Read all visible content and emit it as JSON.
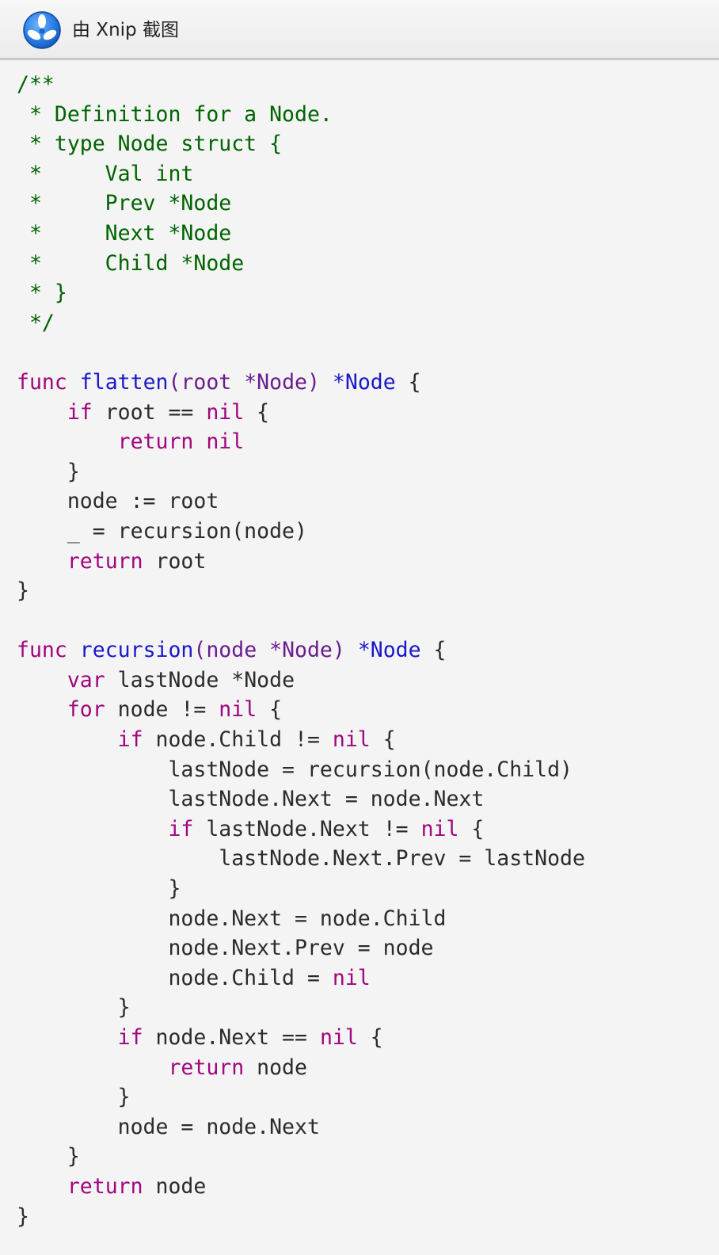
{
  "window": {
    "title": "由 Xnip 截图",
    "icon": "xnip-app-icon",
    "colors": {
      "comment": "#006400",
      "keyword": "#a0067e",
      "function_name": "#1a18c8",
      "plain": "#2b2b2b",
      "background": "#f4f4f4"
    }
  },
  "code": {
    "language": "go",
    "lines": [
      [
        {
          "t": "/**",
          "k": "comment"
        }
      ],
      [
        {
          "t": " * Definition for a Node.",
          "k": "comment"
        }
      ],
      [
        {
          "t": " * type Node struct {",
          "k": "comment"
        }
      ],
      [
        {
          "t": " *     Val int",
          "k": "comment"
        }
      ],
      [
        {
          "t": " *     Prev *Node",
          "k": "comment"
        }
      ],
      [
        {
          "t": " *     Next *Node",
          "k": "comment"
        }
      ],
      [
        {
          "t": " *     Child *Node",
          "k": "comment"
        }
      ],
      [
        {
          "t": " * }",
          "k": "comment"
        }
      ],
      [
        {
          "t": " */",
          "k": "comment"
        }
      ],
      [],
      [
        {
          "t": "func",
          "k": "keyword"
        },
        {
          "t": " ",
          "k": "plain"
        },
        {
          "t": "flatten",
          "k": "funcname"
        },
        {
          "t": "(root *Node) ",
          "k": "param"
        },
        {
          "t": "*Node",
          "k": "type"
        },
        {
          "t": " {",
          "k": "plain"
        }
      ],
      [
        {
          "t": "    ",
          "k": "plain"
        },
        {
          "t": "if",
          "k": "keyword"
        },
        {
          "t": " root == ",
          "k": "plain"
        },
        {
          "t": "nil",
          "k": "builtin"
        },
        {
          "t": " {",
          "k": "plain"
        }
      ],
      [
        {
          "t": "        ",
          "k": "plain"
        },
        {
          "t": "return",
          "k": "keyword"
        },
        {
          "t": " ",
          "k": "plain"
        },
        {
          "t": "nil",
          "k": "builtin"
        }
      ],
      [
        {
          "t": "    }",
          "k": "plain"
        }
      ],
      [
        {
          "t": "    node := root",
          "k": "plain"
        }
      ],
      [
        {
          "t": "    _ = recursion(node)",
          "k": "plain"
        }
      ],
      [
        {
          "t": "    ",
          "k": "plain"
        },
        {
          "t": "return",
          "k": "keyword"
        },
        {
          "t": " root",
          "k": "plain"
        }
      ],
      [
        {
          "t": "}",
          "k": "plain"
        }
      ],
      [],
      [
        {
          "t": "func",
          "k": "keyword"
        },
        {
          "t": " ",
          "k": "plain"
        },
        {
          "t": "recursion",
          "k": "funcname"
        },
        {
          "t": "(node *Node) ",
          "k": "param"
        },
        {
          "t": "*Node",
          "k": "type"
        },
        {
          "t": " {",
          "k": "plain"
        }
      ],
      [
        {
          "t": "    ",
          "k": "plain"
        },
        {
          "t": "var",
          "k": "keyword"
        },
        {
          "t": " lastNode *Node",
          "k": "plain"
        }
      ],
      [
        {
          "t": "    ",
          "k": "plain"
        },
        {
          "t": "for",
          "k": "keyword"
        },
        {
          "t": " node != ",
          "k": "plain"
        },
        {
          "t": "nil",
          "k": "builtin"
        },
        {
          "t": " {",
          "k": "plain"
        }
      ],
      [
        {
          "t": "        ",
          "k": "plain"
        },
        {
          "t": "if",
          "k": "keyword"
        },
        {
          "t": " node.Child != ",
          "k": "plain"
        },
        {
          "t": "nil",
          "k": "builtin"
        },
        {
          "t": " {",
          "k": "plain"
        }
      ],
      [
        {
          "t": "            lastNode = recursion(node.Child)",
          "k": "plain"
        }
      ],
      [
        {
          "t": "            lastNode.Next = node.Next",
          "k": "plain"
        }
      ],
      [
        {
          "t": "            ",
          "k": "plain"
        },
        {
          "t": "if",
          "k": "keyword"
        },
        {
          "t": " lastNode.Next != ",
          "k": "plain"
        },
        {
          "t": "nil",
          "k": "builtin"
        },
        {
          "t": " {",
          "k": "plain"
        }
      ],
      [
        {
          "t": "                lastNode.Next.Prev = lastNode",
          "k": "plain"
        }
      ],
      [
        {
          "t": "            }",
          "k": "plain"
        }
      ],
      [
        {
          "t": "            node.Next = node.Child",
          "k": "plain"
        }
      ],
      [
        {
          "t": "            node.Next.Prev = node",
          "k": "plain"
        }
      ],
      [
        {
          "t": "            node.Child = ",
          "k": "plain"
        },
        {
          "t": "nil",
          "k": "builtin"
        }
      ],
      [
        {
          "t": "        }",
          "k": "plain"
        }
      ],
      [
        {
          "t": "        ",
          "k": "plain"
        },
        {
          "t": "if",
          "k": "keyword"
        },
        {
          "t": " node.Next == ",
          "k": "plain"
        },
        {
          "t": "nil",
          "k": "builtin"
        },
        {
          "t": " {",
          "k": "plain"
        }
      ],
      [
        {
          "t": "            ",
          "k": "plain"
        },
        {
          "t": "return",
          "k": "keyword"
        },
        {
          "t": " node",
          "k": "plain"
        }
      ],
      [
        {
          "t": "        }",
          "k": "plain"
        }
      ],
      [
        {
          "t": "        node = node.Next",
          "k": "plain"
        }
      ],
      [
        {
          "t": "    }",
          "k": "plain"
        }
      ],
      [
        {
          "t": "    ",
          "k": "plain"
        },
        {
          "t": "return",
          "k": "keyword"
        },
        {
          "t": " node",
          "k": "plain"
        }
      ],
      [
        {
          "t": "}",
          "k": "plain"
        }
      ]
    ]
  }
}
